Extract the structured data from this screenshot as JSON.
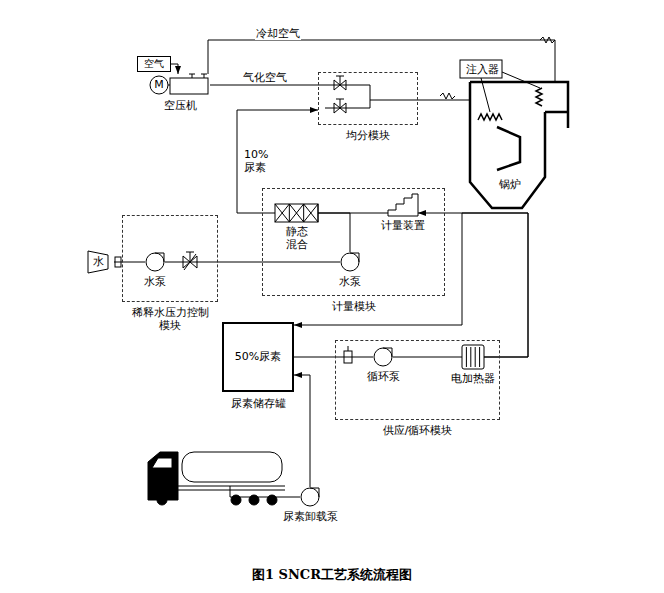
{
  "diagram": {
    "caption": "图1 SNCR工艺系统流程图",
    "nodes": [
      {
        "text": [
          "空气"
        ]
      },
      {
        "text": [
          "M",
          "空压机"
        ]
      },
      {
        "text": [
          "均分模块"
        ]
      },
      {
        "text": [
          "锅炉"
        ]
      },
      {
        "text": [
          "稀释水压力控制 模块"
        ]
      },
      {
        "text": [
          "水"
        ]
      },
      {
        "text": [
          "水泵"
        ],
        "in": 4
      },
      {
        "text": [
          "计量模块"
        ]
      },
      {
        "text": [
          "静态 混合"
        ],
        "in": 7
      },
      {
        "text": [
          "水泵"
        ],
        "in": 7
      },
      {
        "text": [
          "计量装置"
        ],
        "in": 7
      },
      {
        "text": [
          "50%尿素",
          "尿素储存罐"
        ]
      },
      {
        "text": [
          "供应/循环模块"
        ]
      },
      {
        "text": [
          "循环泵"
        ],
        "in": 12
      },
      {
        "text": [
          "电加热器"
        ],
        "in": 12
      },
      {
        "text": [
          "尿素卸载泵"
        ]
      }
    ],
    "edges": [
      {
        "from": 0,
        "to": 1,
        "arrow": "to"
      },
      {
        "from": 1,
        "to": 3,
        "label": "冷却空气",
        "arrow": "none"
      },
      {
        "from": 1,
        "to": 2,
        "label": "气化空气",
        "arrow": "none"
      },
      {
        "from": 2,
        "to": 3,
        "arrow": "none"
      },
      {
        "from": 8,
        "to": 2,
        "label": "10% 尿素",
        "arrow": "to"
      },
      {
        "from": 5,
        "to": 6,
        "arrow": "none"
      },
      {
        "from": 6,
        "to": 9,
        "arrow": "none"
      },
      {
        "from": 9,
        "to": 8,
        "arrow": "none"
      },
      {
        "from": 10,
        "to": 8,
        "arrow": "none"
      },
      {
        "from": 14,
        "to": 10,
        "arrow": "to"
      },
      {
        "from": 14,
        "to": 11,
        "arrow": "to"
      },
      {
        "from": 11,
        "to": 13,
        "arrow": "none"
      },
      {
        "from": 13,
        "to": 14,
        "arrow": "none"
      },
      {
        "from": 15,
        "to": 11,
        "arrow": "to"
      }
    ],
    "labels": [
      "注入器"
    ]
  }
}
